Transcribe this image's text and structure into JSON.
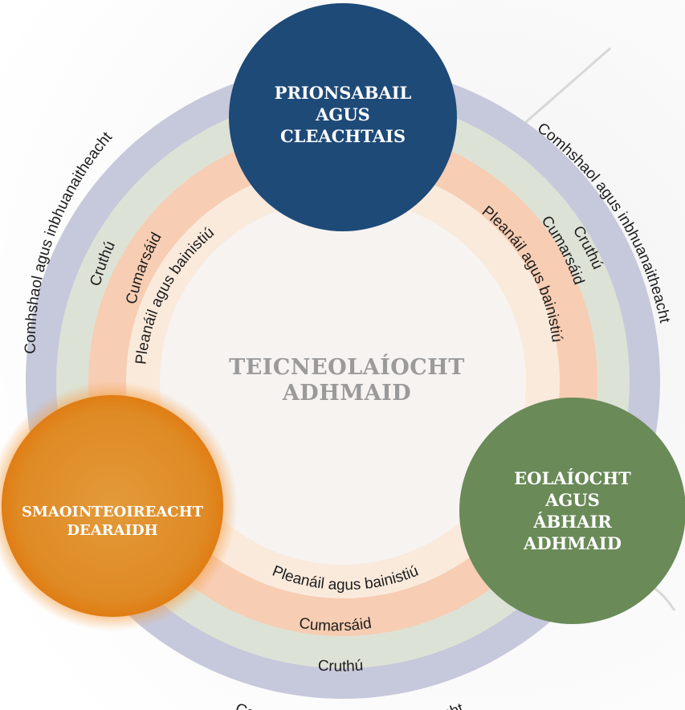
{
  "center": {
    "line1": "TEICNEOLAÍOCHT",
    "line2": "ADHMAID"
  },
  "nodes": {
    "top": {
      "lines": [
        "PRIONSABAIL",
        "AGUS",
        "CLEACHTAIS"
      ],
      "color": "#1e4a78"
    },
    "left": {
      "lines": [
        "SMAOINTEOIREACHT",
        "DEARAIDH"
      ],
      "color": "#e48a22"
    },
    "right": {
      "lines": [
        "EOLAÍOCHT",
        "AGUS",
        "ÁBHAIR",
        "ADHMAID"
      ],
      "color": "#6a8a58"
    }
  },
  "rings": {
    "outer": {
      "label": "Comhshaol agus inbhuanaitheacht",
      "color": "#c6c8db"
    },
    "second": {
      "label": "Cruthú",
      "color": "#dde2d6"
    },
    "third": {
      "label": "Cumarsáid",
      "color": "#f7cdb3"
    },
    "inner": {
      "label": "Pleanáil agus bainistiú",
      "color": "#faeadc"
    }
  },
  "ring_labels": {
    "left_outer": "Comhshaol agus inbhuanaitheacht",
    "left_second": "Cruthú",
    "left_third": "Cumarsáid",
    "left_inner": "Pleanáil agus bainistiú",
    "right_outer": "Comhshaol agus inbhuanaitheacht",
    "right_second": "Cruthú",
    "right_third": "Cumarsáid",
    "right_inner": "Pleanáil agus bainistiú",
    "bottom_outer": "Comhshaol agus inbhuanaitheacht",
    "bottom_second": "Cruthú",
    "bottom_third": "Cumarsáid",
    "bottom_inner": "Pleanáil agus bainistiú"
  }
}
